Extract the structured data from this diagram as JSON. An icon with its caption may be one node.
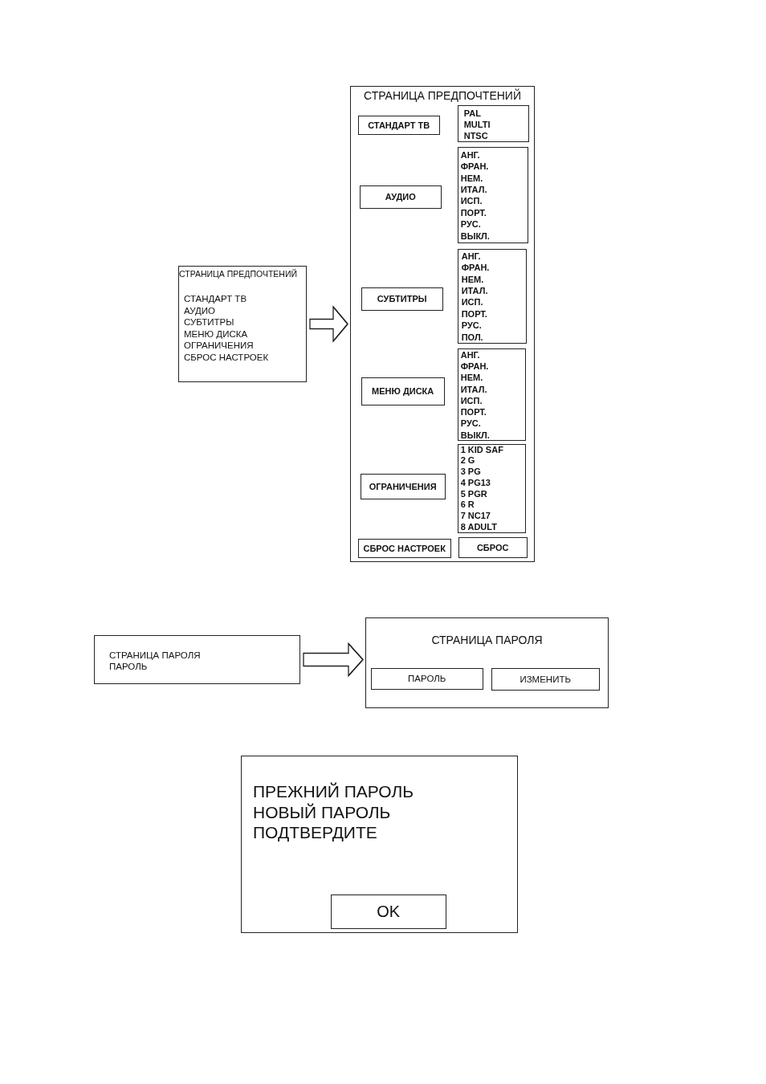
{
  "diagram": {
    "nodes": [
      {
        "text": [
          "СТРАНИЦА ПРЕДПОЧТЕНИЙ",
          "СТАНДАРТ ТВ",
          "АУДИО",
          "СУБТИТРЫ",
          "МЕНЮ ДИСКА",
          "ОГРАНИЧЕНИЯ",
          "СБРОС НАСТРОЕК"
        ]
      },
      {
        "text": [
          "СТРАНИЦА ПРЕДПОЧТЕНИЙ"
        ]
      },
      {
        "text": [
          "СТАНДАРТ ТВ"
        ],
        "in": 1
      },
      {
        "text": [
          "PAL",
          "MULTI",
          "NTSC"
        ],
        "in": 1
      },
      {
        "text": [
          "АУДИО"
        ],
        "in": 1
      },
      {
        "text": [
          "АНГ.",
          "ФРАН.",
          "НЕМ.",
          "ИТАЛ.",
          "ИСП.",
          "ПОРТ.",
          "РУС.",
          "ВЫКЛ."
        ],
        "in": 1
      },
      {
        "text": [
          "СУБТИТРЫ"
        ],
        "in": 1
      },
      {
        "text": [
          "АНГ.",
          "ФРАН.",
          "НЕМ.",
          "ИТАЛ.",
          "ИСП.",
          "ПОРТ.",
          "РУС.",
          "ПОЛ."
        ],
        "in": 1
      },
      {
        "text": [
          "МЕНЮ ДИСКА"
        ],
        "in": 1
      },
      {
        "text": [
          "АНГ.",
          "ФРАН.",
          "НЕМ.",
          "ИТАЛ.",
          "ИСП.",
          "ПОРТ.",
          "РУС.",
          "ВЫКЛ."
        ],
        "in": 1
      },
      {
        "text": [
          "ОГРАНИЧЕНИЯ"
        ],
        "in": 1
      },
      {
        "text": [
          "1 KID SAF",
          "2 G",
          "3 PG",
          "4 PG13",
          "5 PGR",
          "6 R",
          "7 NC17",
          "8 ADULT"
        ],
        "in": 1
      },
      {
        "text": [
          "СБРОС НАСТРОЕК"
        ],
        "in": 1
      },
      {
        "text": [
          "СБРОС"
        ],
        "in": 1
      },
      {
        "text": [
          "СТРАНИЦА ПАРОЛЯ",
          "ПАРОЛЬ"
        ]
      },
      {
        "text": [
          "СТРАНИЦА ПАРОЛЯ"
        ]
      },
      {
        "text": [
          "ПАРОЛЬ"
        ],
        "in": 15
      },
      {
        "text": [
          "ИЗМЕНИТЬ"
        ],
        "in": 15
      },
      {
        "text": [
          "ПРЕЖНИЙ ПАРОЛЬ",
          "НОВЫЙ ПАРОЛЬ",
          "ПОДТВЕРДИТЕ"
        ]
      },
      {
        "text": [
          "OK"
        ],
        "in": 18
      }
    ],
    "edges": [
      {
        "from": 0,
        "to": 1,
        "arrow": "to"
      },
      {
        "from": 14,
        "to": 15,
        "arrow": "to"
      }
    ]
  }
}
